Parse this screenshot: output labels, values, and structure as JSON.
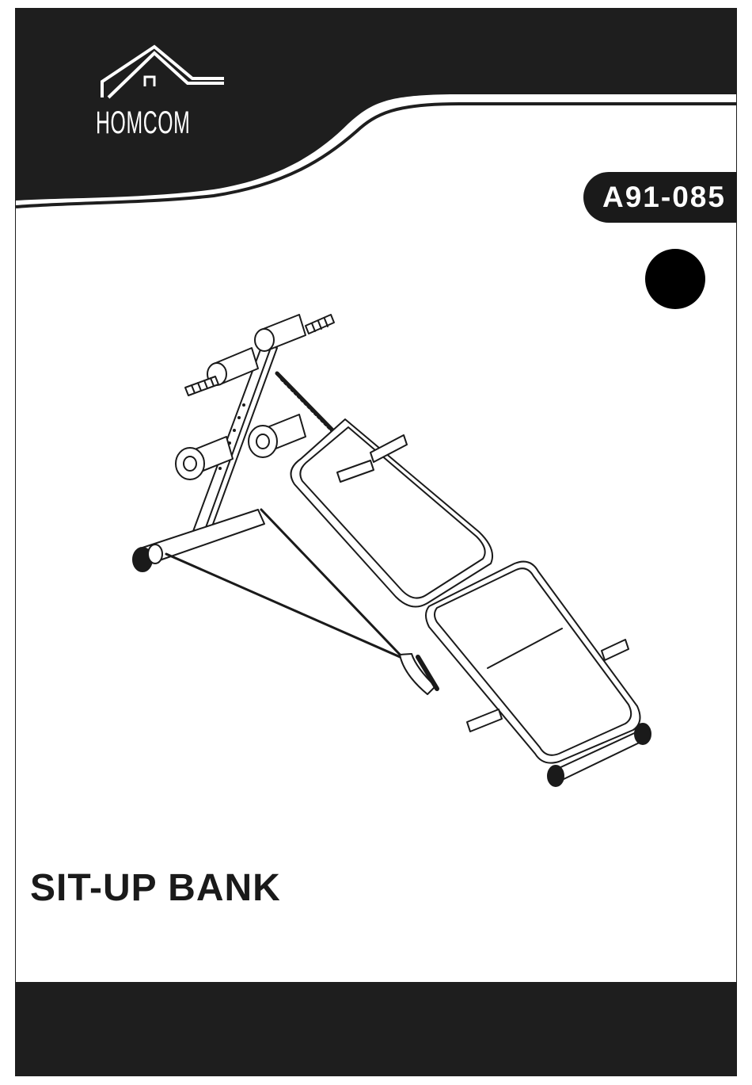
{
  "brand": {
    "name": "HOMCOM"
  },
  "header": {
    "model_number": "A91-085"
  },
  "product": {
    "title": "SIT-UP BANK",
    "image_name": "sit-up bench with resistance band"
  },
  "colors": {
    "band": "#1e1e1e",
    "background": "#ffffff",
    "line": "#1a1a1a"
  }
}
